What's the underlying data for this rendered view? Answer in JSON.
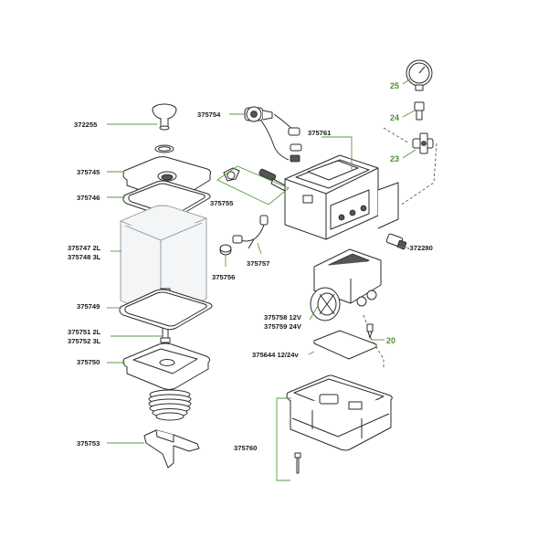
{
  "colors": {
    "leader": "#5a9a3c",
    "callout": "#4e8f35"
  },
  "parts": [
    {
      "id": "p372255",
      "text": "372255"
    },
    {
      "id": "p375745",
      "text": "375745"
    },
    {
      "id": "p375746",
      "text": "375746"
    },
    {
      "id": "p375747",
      "text": "375747 2L"
    },
    {
      "id": "p375748",
      "text": "375748 3L"
    },
    {
      "id": "p375749",
      "text": "375749"
    },
    {
      "id": "p375751",
      "text": "375751 2L"
    },
    {
      "id": "p375752",
      "text": "375752 3L"
    },
    {
      "id": "p375750",
      "text": "375750"
    },
    {
      "id": "p375753",
      "text": "375753"
    },
    {
      "id": "p375754",
      "text": "375754"
    },
    {
      "id": "p375755",
      "text": "375755"
    },
    {
      "id": "p375756",
      "text": "375756"
    },
    {
      "id": "p375757",
      "text": "375757"
    },
    {
      "id": "p375761",
      "text": "375761"
    },
    {
      "id": "p372280",
      "text": "-372280"
    },
    {
      "id": "p375758",
      "text": "375758 12V"
    },
    {
      "id": "p375759",
      "text": "375759 24V"
    },
    {
      "id": "p375644",
      "text": "375644 12/24v"
    },
    {
      "id": "p375760",
      "text": "375760"
    }
  ],
  "callouts": [
    {
      "id": "c25",
      "text": "25"
    },
    {
      "id": "c24",
      "text": "24"
    },
    {
      "id": "c23",
      "text": "23"
    },
    {
      "id": "c20",
      "text": "20"
    }
  ]
}
